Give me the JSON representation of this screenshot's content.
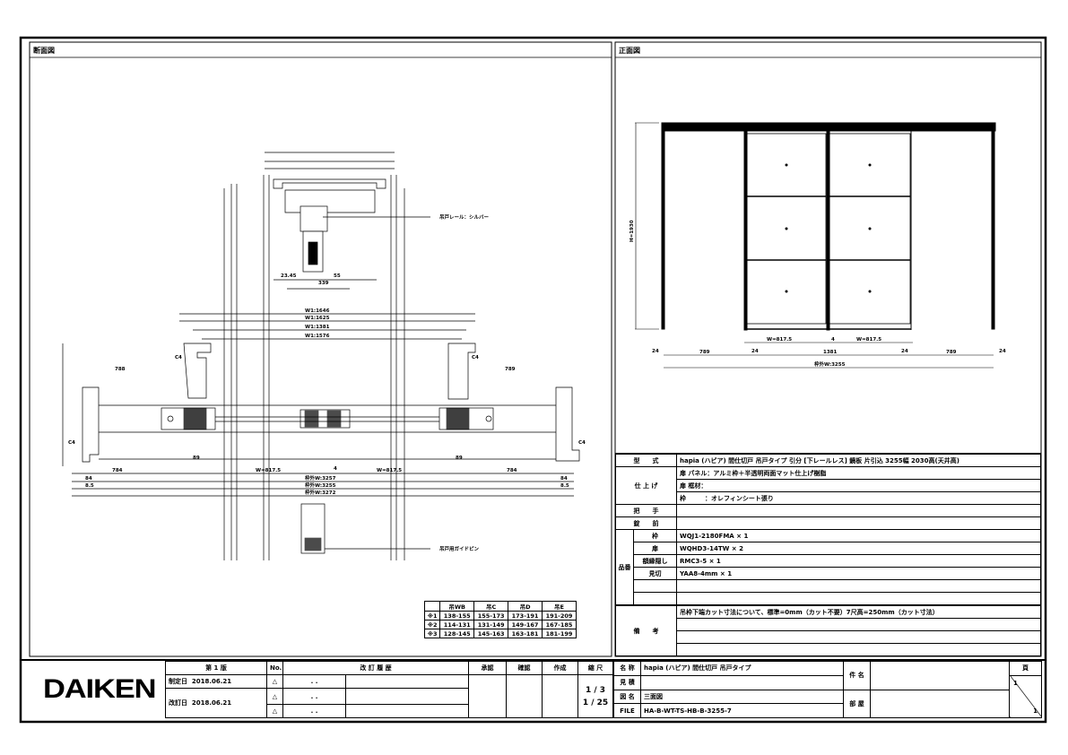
{
  "section_view": {
    "title": "断面図",
    "labels": {
      "rail": "吊戸レール：シルバー",
      "guide": "吊戸用ガイドピン"
    },
    "dims": {
      "left_784": "784",
      "right_784": "784",
      "left_84": "84",
      "right_84": "84",
      "left_85": "8.5",
      "right_85": "8.5",
      "door_w_left": "W=817.5",
      "door_w_right": "W=817.5",
      "gap": "4",
      "frame_w1": "枠外W:3257",
      "frame_w2": "枠外W:3255",
      "frame_w3": "枠外W:3272",
      "open_1646": "W1:1646",
      "open_1625": "W1:1625",
      "open_1381": "W1:1381",
      "open_1576": "W1:1576",
      "left_788": "788",
      "right_789": "789",
      "top_339": "339",
      "top_23": "23.45",
      "top_55": "55",
      "c4": "C4",
      "s89": "89"
    },
    "size_table": {
      "headers": [
        "",
        "吊WB",
        "吊C",
        "吊D",
        "吊E"
      ],
      "rows": [
        [
          "※1",
          "138-155",
          "155-173",
          "173-191",
          "191-209"
        ],
        [
          "※2",
          "114-131",
          "131-149",
          "149-167",
          "167-185"
        ],
        [
          "※3",
          "128-145",
          "145-163",
          "163-181",
          "181-199"
        ]
      ]
    }
  },
  "front_view": {
    "title": "正面図",
    "dims": {
      "height": "H=1930",
      "d24a": "24",
      "d789a": "789",
      "d24b": "24",
      "d1381": "1381",
      "d24c": "24",
      "d789b": "789",
      "d24d": "24",
      "w1": "W=817.5",
      "w2": "W=817.5",
      "gap": "4",
      "total": "枠外W:3255"
    }
  },
  "spec": {
    "model_label": "型　　式",
    "model_value": "hapia (ハピア) 間仕切戸 吊戸タイプ 引分 [下レールレス] 鏡板 片引込 3255幅 2030高(天井高)",
    "finish_label": "仕 上 げ",
    "finish_rows": [
      "扉 パネル：アルミ枠＋半透明両面マット仕上げ樹脂",
      "扉 框材：",
      "枠　　　：オレフィンシート張り"
    ],
    "handle_label": "把　　手",
    "handle_value": "",
    "lock_label": "錠　　前",
    "lock_value": "",
    "parts_label": "品番",
    "parts": [
      {
        "name": "枠",
        "value": "WQJ1-2180FMA × 1"
      },
      {
        "name": "扉",
        "value": "WQHD3-14TW × 2"
      },
      {
        "name": "額縁隠し",
        "value": "RMC3-5 × 1"
      },
      {
        "name": "見切",
        "value": "YAA8-4mm × 1"
      },
      {
        "name": "",
        "value": ""
      },
      {
        "name": "",
        "value": ""
      }
    ],
    "notes_label": "備　　考",
    "notes": [
      "吊枠下端カット寸法について、標準=0mm（カット不要）7尺高=250mm（カット寸法）",
      "",
      "",
      ""
    ]
  },
  "title_block": {
    "logo": "DAIKEN",
    "edition": "第 1 版",
    "established_label": "制定日",
    "established_date": "2018.06.21",
    "revised_label": "改訂日",
    "revised_date": "2018.06.21",
    "no_label": "No.",
    "history_label": "改 訂 履 歴",
    "rev_dates": [
      ". .",
      ". .",
      ". ."
    ],
    "approve_label": "承認",
    "check_label": "確認",
    "make_label": "作成",
    "scale_label": "縮 尺",
    "scales": [
      "1 / 3",
      "1 / 25"
    ],
    "name_label": "名 称",
    "name_value": "hapia (ハピア) 間仕切戸 吊戸タイプ",
    "spec_label": "見 積",
    "spec_value": "",
    "drawing_label": "図 名",
    "drawing_value": "三面図",
    "file_label": "FILE",
    "file_value": "HA-B-WT-TS-HB-B-3255-7",
    "project_label": "件 名",
    "room_label": "部 屋",
    "page_label": "頁",
    "page_current": "1",
    "page_total": "1"
  }
}
